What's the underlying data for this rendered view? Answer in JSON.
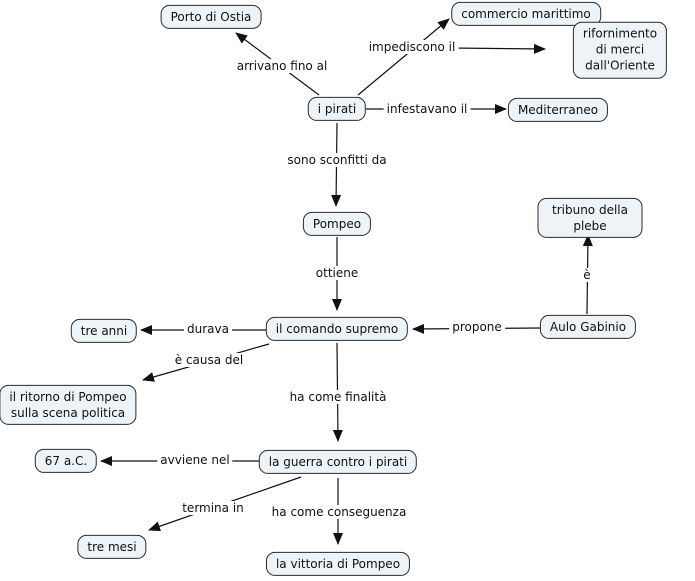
{
  "map": {
    "background": "#ffffff",
    "node_fill": "#edf3f6",
    "node_border": "#2b2b2b",
    "line_color": "#111111",
    "text_color": "#111111"
  },
  "nodes": {
    "porto_di_ostia": "Porto di Ostia",
    "commercio_marittimo": "commercio marittimo",
    "rifornimento_merci": "rifornimento di merci\ndall'Oriente",
    "i_pirati": "i pirati",
    "mediterraneo": "Mediterraneo",
    "pompeo": "Pompeo",
    "tribuno_della_plebe": "tribuno della plebe",
    "comando_supremo": "il comando supremo",
    "aulo_gabinio": "Aulo Gabinio",
    "tre_anni": "tre anni",
    "ritorno_pompeo": "il ritorno di Pompeo\nsulla scena politica",
    "anno_67": "67 a.C.",
    "guerra_pirati": "la guerra contro i pirati",
    "tre_mesi": "tre mesi",
    "vittoria_pompeo": "la vittoria di Pompeo"
  },
  "links": {
    "arrivano_fino_al": "arrivano fino al",
    "impediscono_il": "impediscono il",
    "infestavano_il": "infestavano il",
    "sono_sconfitti_da": "sono sconfitti da",
    "ottiene": "ottiene",
    "e_verbo": "è",
    "propone": "propone",
    "durava": "durava",
    "e_causa_del": "è causa del",
    "ha_come_finalita": "ha come finalità",
    "avviene_nel": "avviene nel",
    "termina_in": "termina in",
    "ha_come_conseguenza": "ha come conseguenza"
  }
}
